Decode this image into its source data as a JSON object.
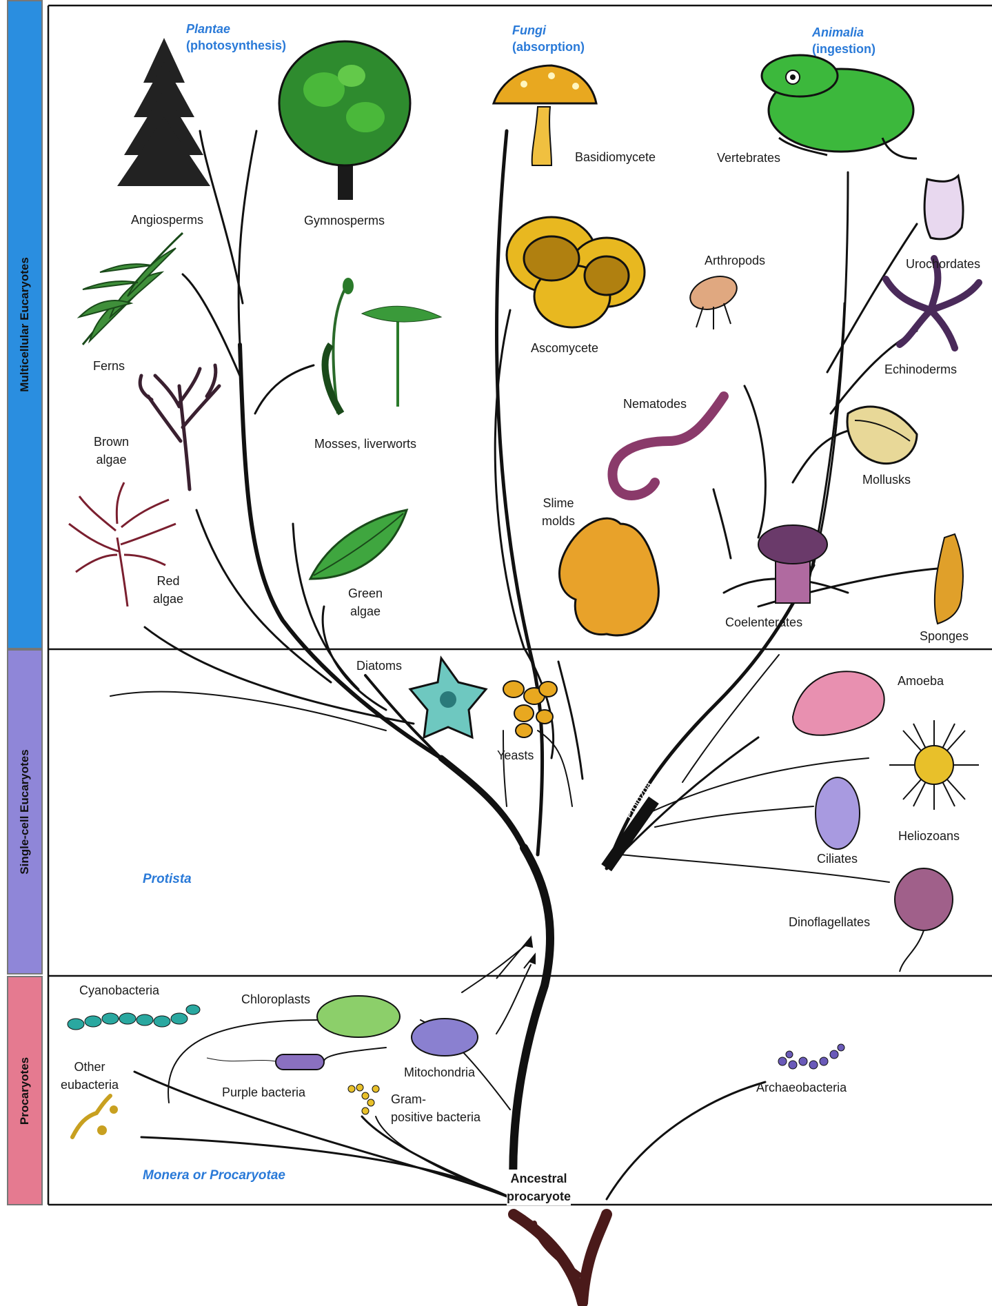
{
  "bands": {
    "multicellular": "Multicellular Eucaryotes",
    "single_cell": "Single-cell Eucaryotes",
    "procaryotes": "Procaryotes"
  },
  "kingdoms": {
    "plantae_name": "Plantae",
    "plantae_mode": "(photosynthesis)",
    "fungi_name": "Fungi",
    "fungi_mode": "(absorption)",
    "animalia_name": "Animalia",
    "animalia_mode": "(ingestion)",
    "protista": "Protista",
    "monera": "Monera or Procaryotae"
  },
  "labels": {
    "angiosperms": "Angiosperms",
    "gymnosperms": "Gymnosperms",
    "ferns": "Ferns",
    "brown_algae_1": "Brown",
    "brown_algae_2": "algae",
    "mosses": "Mosses, liverworts",
    "red_algae_1": "Red",
    "red_algae_2": "algae",
    "green_algae_1": "Green",
    "green_algae_2": "algae",
    "basidiomycete": "Basidiomycete",
    "ascomycete": "Ascomycete",
    "slime_molds_1": "Slime",
    "slime_molds_2": "molds",
    "vertebrates": "Vertebrates",
    "urochordates": "Urochordates",
    "arthropods": "Arthropods",
    "echinoderms": "Echinoderms",
    "nematodes": "Nematodes",
    "mollusks": "Mollusks",
    "coelenterates": "Coelenterates",
    "sponges": "Sponges",
    "diatoms": "Diatoms",
    "yeasts": "Yeasts",
    "amoeba": "Amoeba",
    "heliozoans": "Heliozoans",
    "ciliates": "Ciliates",
    "protozoa": "Protozoa",
    "dinoflagellates": "Dinoflagellates",
    "cyanobacteria": "Cyanobacteria",
    "chloroplasts": "Chloroplasts",
    "mitochondria": "Mitochondria",
    "other_eubacteria_1": "Other",
    "other_eubacteria_2": "eubacteria",
    "purple_bacteria": "Purple bacteria",
    "gram_positive_1": "Gram-",
    "gram_positive_2": "positive bacteria",
    "archaeobacteria": "Archaeobacteria",
    "ancestral_1": "Ancestral",
    "ancestral_2": "procaryote"
  },
  "colors": {
    "multicellular_band": "#2a8ee0",
    "single_cell_band": "#8f86d8",
    "procaryotes_band": "#e57a90",
    "kingdom_text": "#2a7ad8",
    "branch": "#111111",
    "root": "#4a1a1a"
  }
}
